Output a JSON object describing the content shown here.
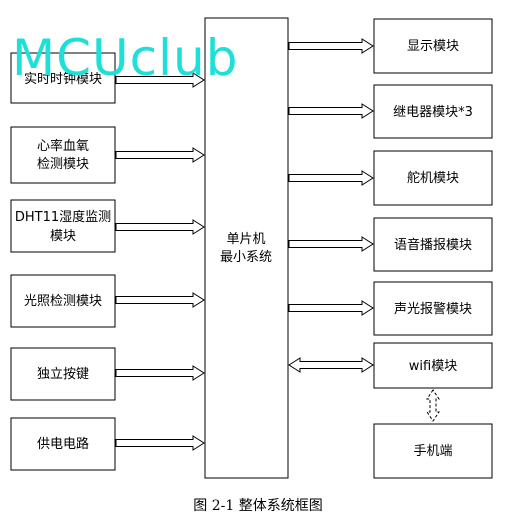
{
  "watermark": "MCUclub",
  "center": {
    "line1": "单片机",
    "line2": "最小系统"
  },
  "inputs": {
    "rtc": "实时时钟模块",
    "hr_l1": "心率血氧",
    "hr_l2": "检测模块",
    "dht_l1": "DHT11湿度监测",
    "dht_l2": "模块",
    "light": "光照检测模块",
    "key": "独立按键",
    "power": "供电电路"
  },
  "outputs": {
    "display": "显示模块",
    "relay": "继电器模块*3",
    "servo": "舵机模块",
    "voice": "语音播报模块",
    "alarm": "声光报警模块",
    "wifi": "wifi模块",
    "phone": "手机端"
  },
  "caption": "图 2-1  整体系统框图",
  "colors": {
    "watermark": "#1fe0d8",
    "stroke": "#000000"
  }
}
